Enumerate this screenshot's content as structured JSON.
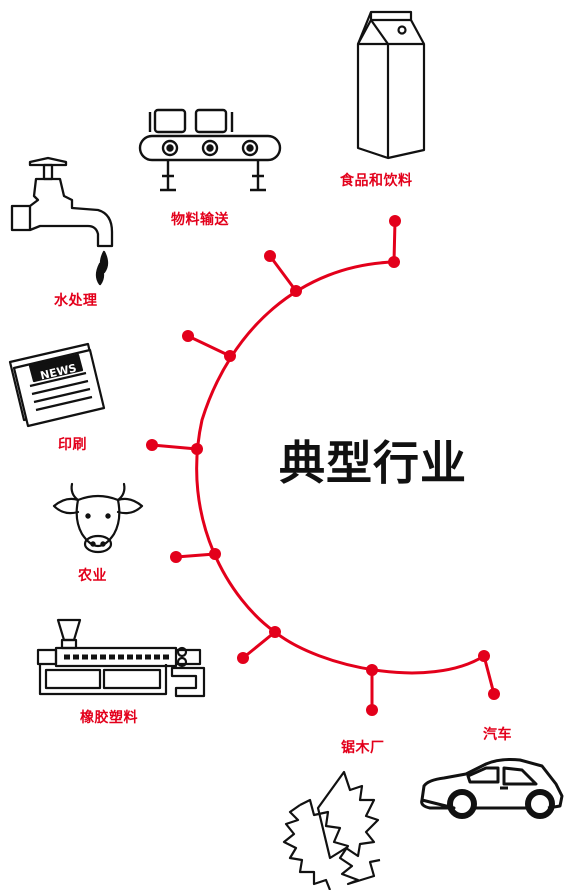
{
  "title": "典型行业",
  "accent_color": "#e3001b",
  "industries": [
    {
      "label": "食品和饮料",
      "icon": "milk-carton-icon"
    },
    {
      "label": "物料输送",
      "icon": "conveyor-icon"
    },
    {
      "label": "水处理",
      "icon": "faucet-icon"
    },
    {
      "label": "印刷",
      "icon": "newspaper-icon"
    },
    {
      "label": "农业",
      "icon": "cow-icon"
    },
    {
      "label": "橡胶塑料",
      "icon": "extruder-icon"
    },
    {
      "label": "锯木厂",
      "icon": "saw-tree-icon"
    },
    {
      "label": "汽车",
      "icon": "car-icon"
    }
  ],
  "newspaper_text": "NEWS"
}
